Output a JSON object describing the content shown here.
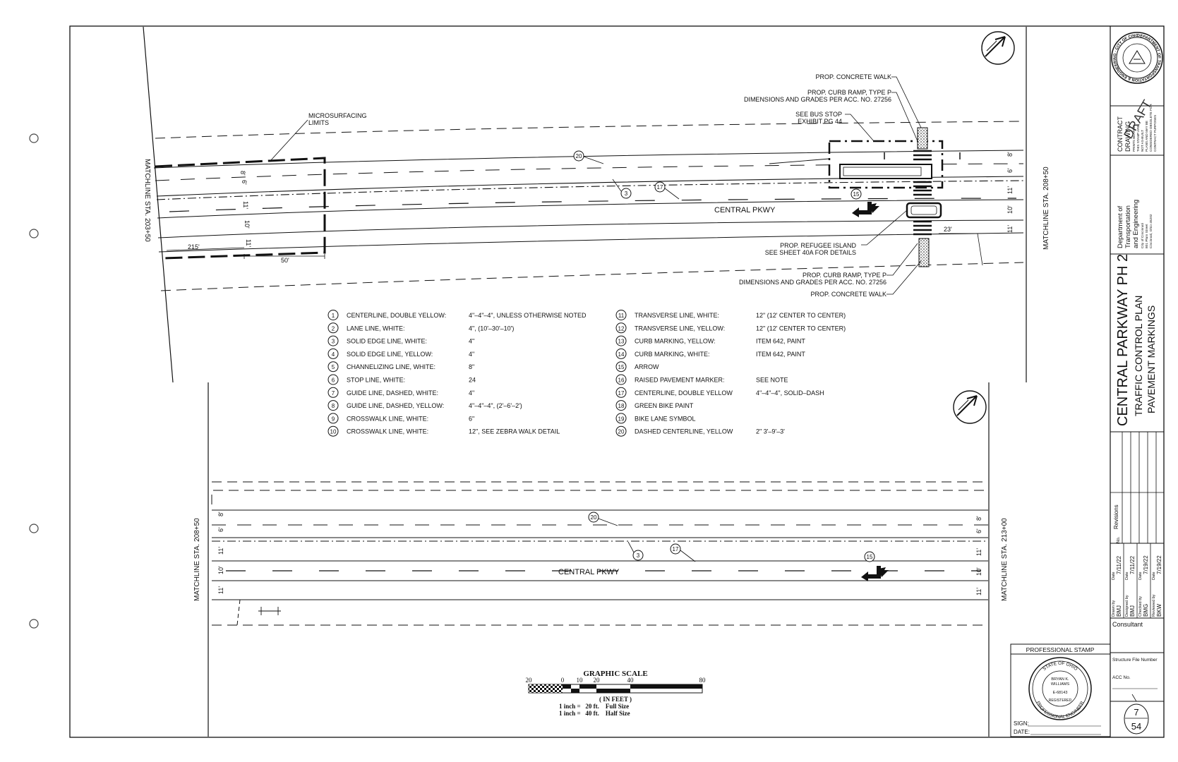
{
  "top_plan": {
    "matchline_left": "MATCHLINE STA. 203+50",
    "matchline_right": "MATCHLINE STA. 208+50",
    "street_name": "CENTRAL PKWY",
    "callouts": {
      "microsurfacing": [
        "MICROSURFACING",
        "LIMITS"
      ],
      "concrete_walk_top": "PROP. CONCRETE WALK",
      "curb_ramp_top": [
        "PROP. CURB RAMP, TYPE P",
        "DIMENSIONS AND GRADES PER ACC. NO. 27256"
      ],
      "bus_stop": [
        "SEE BUS STOP",
        "EXHIBIT PG 44"
      ],
      "refugee_island": [
        "PROP. REFUGEE ISLAND",
        "SEE SHEET 40A FOR DETAILS"
      ],
      "curb_ramp_bottom": [
        "PROP. CURB RAMP, TYPE P",
        "DIMENSIONS AND GRADES PER ACC. NO. 27256"
      ],
      "concrete_walk_bottom": "PROP. CONCRETE WALK"
    },
    "dims": {
      "d215": "215'",
      "d50": "50'",
      "d23": "23'",
      "l8": "8'",
      "l6": "6'",
      "l11a": "11'",
      "l10": "10'",
      "l11b": "11'"
    },
    "bubbles": {
      "b20": "20",
      "b3": "3",
      "b17": "17",
      "b15": "15"
    }
  },
  "bottom_plan": {
    "matchline_left": "MATCHLINE STA. 208+50",
    "matchline_right": "MATCHLINE STA. 213+00",
    "street_name": "CENTRAL PKWY",
    "dims": {
      "l8": "8'",
      "l6": "6'",
      "l11a": "11'",
      "l10": "10'",
      "l11b": "11'"
    },
    "bubbles": {
      "b20": "20",
      "b3": "3",
      "b17": "17",
      "b15": "15"
    }
  },
  "legend": {
    "left": [
      {
        "num": "1",
        "name": "CENTERLINE, DOUBLE YELLOW:",
        "spec": "4\"–4\"–4\", UNLESS OTHERWISE NOTED"
      },
      {
        "num": "2",
        "name": "LANE LINE, WHITE:",
        "spec": "4\", (10'–30'–10')"
      },
      {
        "num": "3",
        "name": "SOLID EDGE LINE, WHITE:",
        "spec": "4\""
      },
      {
        "num": "4",
        "name": "SOLID EDGE LINE, YELLOW:",
        "spec": "4\""
      },
      {
        "num": "5",
        "name": "CHANNELIZING LINE, WHITE:",
        "spec": "8\""
      },
      {
        "num": "6",
        "name": "STOP LINE, WHITE:",
        "spec": "24"
      },
      {
        "num": "7",
        "name": "GUIDE LINE, DASHED, WHITE:",
        "spec": "4\""
      },
      {
        "num": "8",
        "name": "GUIDE LINE, DASHED, YELLOW:",
        "spec": "4\"–4\"–4\", (2'–6'–2')"
      },
      {
        "num": "9",
        "name": "CROSSWALK LINE, WHITE:",
        "spec": "6\""
      },
      {
        "num": "10",
        "name": "CROSSWALK LINE, WHITE:",
        "spec": "12\", SEE ZEBRA WALK DETAIL"
      }
    ],
    "right": [
      {
        "num": "11",
        "name": "TRANSVERSE LINE, WHITE:",
        "spec": "12\" (12' CENTER TO CENTER)"
      },
      {
        "num": "12",
        "name": "TRANSVERSE LINE, YELLOW:",
        "spec": "12\" (12' CENTER TO CENTER)"
      },
      {
        "num": "13",
        "name": "CURB MARKING, YELLOW:",
        "spec": "ITEM 642, PAINT"
      },
      {
        "num": "14",
        "name": "CURB MARKING, WHITE:",
        "spec": "ITEM 642, PAINT"
      },
      {
        "num": "15",
        "name": "ARROW",
        "spec": ""
      },
      {
        "num": "16",
        "name": "RAISED PAVEMENT MARKER:",
        "spec": "SEE NOTE"
      },
      {
        "num": "17",
        "name": "CENTERLINE, DOUBLE YELLOW",
        "spec": "4\"–4\"–4\", SOLID–DASH"
      },
      {
        "num": "18",
        "name": "GREEN BIKE PAINT",
        "spec": ""
      },
      {
        "num": "19",
        "name": "BIKE LANE SYMBOL",
        "spec": ""
      },
      {
        "num": "20",
        "name": "DASHED CENTERLINE, YELLOW",
        "spec": "2\" 3'–9'–3'"
      }
    ]
  },
  "scale": {
    "title": "GRAPHIC SCALE",
    "ticks": [
      "20",
      "0",
      "10",
      "20",
      "40",
      "80"
    ],
    "unit": "( IN FEET )",
    "line1": "1 inch =   20 ft.    Full Size",
    "line2": "1 inch =   40 ft.    Half Size"
  },
  "title_block": {
    "seal_text": "DEPARTMENT OF TRANSPORTATION & ENGINEERING · CITY OF CINCINNATI · OHIO",
    "contract_drawing": [
      "CONTRACT",
      "DRAWING"
    ],
    "contract_note": [
      "PRINTS BEARING",
      "THIS STAMP ARE",
      "NOT AS-BUILT",
      "PLANS AND MAY BE",
      "CONSIDERED OBSOLETE FOR",
      "CONTRACT PURPOSES"
    ],
    "draft": "DRAFT",
    "department": [
      "Department of",
      "Transportation",
      "and Engineering"
    ],
    "address": [
      "City of Cincinnati",
      "801 Plum Street",
      "Cincinnati, Ohio 45202"
    ],
    "project_title": "CENTRAL PARKWAY PH 2",
    "sub1": "TRAFFIC CONTROL PLAN",
    "sub2": "PAVEMENT MARKINGS",
    "revisions": "Revisions",
    "no": "No.",
    "drawn_by_label": "Drawn by",
    "drawn_by": "BMJ",
    "designed_by_label": "Designed by",
    "designed_by": "BMJ",
    "checked_by_label": "Checked by",
    "checked_by": "BMG",
    "reviewed_by_label": "Reviewed by",
    "reviewed_by": "BKW",
    "date_label": "Date",
    "date1": "7/11/22",
    "date2": "7/11/22",
    "date3": "7/19/22",
    "date4": "7/19/22",
    "consultant": "Consultant",
    "structure_file": "Structure File Number",
    "acc_no": "ACC No.",
    "sheet": "7",
    "total": "54"
  },
  "stamp": {
    "header": "PROFESSIONAL STAMP",
    "ring_top": "STATE OF OHIO",
    "ring_bottom": "PROFESSIONAL ENGINEER",
    "name": [
      "BRYAN K.",
      "WILLIAMS"
    ],
    "number": "E-68143",
    "registered": "REGISTERED",
    "sign": "SIGN:",
    "date": "DATE:"
  }
}
